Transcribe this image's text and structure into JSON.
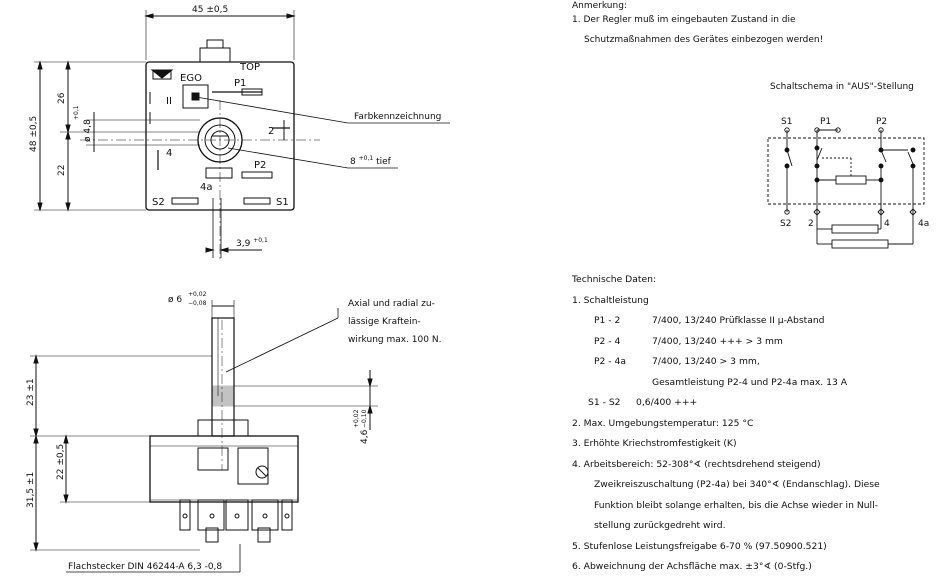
{
  "top_view": {
    "width_dim": "45 ±0,5",
    "height_dim_total": "48 ±0,5",
    "dim_upper": "26",
    "dim_lower": "22",
    "dim_diameter": "ø 4,8",
    "dim_diameter_tol": "+0,1",
    "brand": "EGO",
    "top_label": "TOP",
    "terminal_p1": "P1",
    "terminal_p2": "P2",
    "terminal_2": "2",
    "terminal_4": "4",
    "terminal_4a": "4a",
    "terminal_s1": "S1",
    "terminal_s2": "S2",
    "roman_mark": "II",
    "callout_color": "Farbkennzeichnung",
    "callout_depth": "8",
    "callout_depth_tol": "+0,1",
    "callout_depth_suffix": "tief",
    "dim_shaft_offset": "3,9",
    "dim_shaft_offset_tol": "+0,1"
  },
  "side_view": {
    "shaft_dia": "ø 6",
    "shaft_tol_upper": "+0,02",
    "shaft_tol_lower": "−0,08",
    "dim_23": "23 ±1",
    "dim_31_5": "31,5 ±1",
    "dim_22": "22 ±0,5",
    "dim_flat": "4,6",
    "dim_flat_tol_upper": "+0,02",
    "dim_flat_tol_lower": "−0,10",
    "load_note": [
      "Axial und radial zu-",
      "lässige Kraftein-",
      "wirkung max. 100 N."
    ],
    "connector_note": "Flachstecker DIN 46244-A 6,3 -0,8"
  },
  "notes": {
    "heading": "Anmerkung:",
    "lines": [
      "1. Der Regler muß im eingebauten Zustand in die",
      "Schutzmaßnahmen des Gerätes einbezogen werden!"
    ]
  },
  "schematic": {
    "title": "Schaltschema in \"AUS\"-Stellung",
    "labels_top": [
      "S1",
      "P1",
      "P2"
    ],
    "labels_bottom": [
      "S2",
      "2",
      "4",
      "4a"
    ]
  },
  "tech": {
    "heading": "Technische Daten:",
    "item1": "1.  Schaltleistung",
    "p1_2_label": "P1 - 2",
    "p1_2_text": "7/400, 13/240 Prüfklasse II  µ-Abstand",
    "p2_4_label": "P2 - 4",
    "p2_4_text": "7/400, 13/240 +++ > 3 mm",
    "p2_4a_label": "P2 - 4a",
    "p2_4a_text": "7/400, 13/240 > 3 mm,",
    "p2_4a_cont": "Gesamtleistung P2-4 und P2-4a max. 13 A",
    "s1_s2_label": "S1 - S2",
    "s1_s2_text": "0,6/400 +++",
    "item2": "2.  Max. Umgebungstemperatur: 125 °C",
    "item3": "3.  Erhöhte Kriechstromfestigkeit (K)",
    "item4": "4.  Arbeitsbereich: 52-308°∢  (rechtsdrehend steigend)",
    "item4_l2": "Zweikreiszuschaltung (P2-4a) bei 340°∢ (Endanschlag). Diese",
    "item4_l3": "Funktion bleibt solange erhalten, bis die Achse wieder in Null-",
    "item4_l4": "stellung zurückgedreht wird.",
    "item5": "5.  Stufenlose Leistungsfreigabe 6-70 %  (97.50900.521)",
    "item6": "6.  Abweichnung der Achsfläche max. ±3°∢ (0-Stfg.)"
  }
}
